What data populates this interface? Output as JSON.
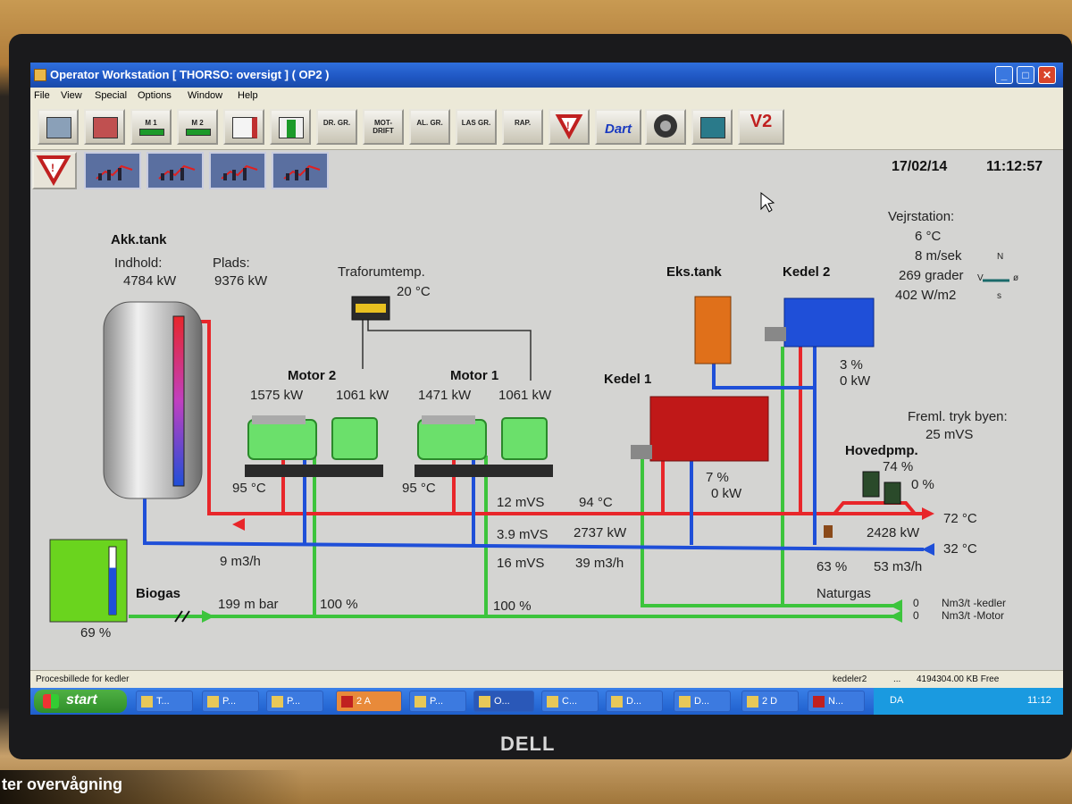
{
  "window": {
    "title": "Operator Workstation [ THORSO: oversigt ] ( OP2 )"
  },
  "menu": [
    "File",
    "View",
    "Special",
    "Options",
    "Window",
    "Help"
  ],
  "toolbar": {
    "buttons": [
      "",
      "",
      "M 1",
      "M 2",
      "",
      "",
      "DR. GR.",
      "MOT- DRIFT",
      "AL. GR.",
      "LAS GR.",
      "RAP.",
      "",
      "Dart",
      "",
      "",
      "V2"
    ]
  },
  "datetime": {
    "date": "17/02/14",
    "time": "11:12:57"
  },
  "akk": {
    "title": "Akk.tank",
    "indhold_label": "Indhold:",
    "plads_label": "Plads:",
    "indhold_value": "4784  kW",
    "plads_value": "9376  kW"
  },
  "trafo": {
    "label": "Traforumtemp.",
    "value": "20  °C"
  },
  "motor2": {
    "title": "Motor 2",
    "kw1": "1575  kW",
    "kw2": "1061  kW",
    "temp": "95  °C"
  },
  "motor1": {
    "title": "Motor 1",
    "kw1": "1471  kW",
    "kw2": "1061  kW",
    "temp": "95  °C"
  },
  "ekstank": {
    "title": "Eks.tank"
  },
  "kedel1": {
    "title": "Kedel 1",
    "pct": "7  %",
    "kw": "0   kW"
  },
  "kedel2": {
    "title": "Kedel 2",
    "pct": "3   %",
    "kw": "0   kW"
  },
  "weather": {
    "title": "Vejrstation:",
    "temp": "6  °C",
    "wind": "8  m/sek",
    "dir": "269  grader",
    "rad": "402  W/m2",
    "compass_n": "N",
    "compass_s": "s",
    "compass_v": "V",
    "compass_o": "ø"
  },
  "freml": {
    "label": "Freml. tryk byen:",
    "value": "25  mVS"
  },
  "hovedpmp": {
    "title": "Hovedpmp.",
    "p1": "74 %",
    "p2": "0  %"
  },
  "lines": {
    "forward_mvs": "12  mVS",
    "forward_temp": "94  °C",
    "return_mvs": "3.9   mVS",
    "heat_kw": "2737  kW",
    "diff_mvs": "16  mVS",
    "flow": "39   m3/h",
    "akk_flow": "9  m3/h",
    "out_temp": "72  °C",
    "out_kw": "2428  kW",
    "ret_temp": "32  °C",
    "ret_pct": "63 %",
    "ret_flow": "53   m3/h"
  },
  "biogas": {
    "title": "Biogas",
    "level": "69 %",
    "level_fraction": 0.69,
    "pressure": "199   m bar",
    "valve1": "100 %",
    "valve2": "100 %"
  },
  "gas": {
    "naturgas": "Naturgas",
    "kedler_value": "0",
    "motor_value": "0",
    "kedler_label": "Nm3/t -kedler",
    "motor_label": "Nm3/t -Motor"
  },
  "status": {
    "left": "Procesbillede for kedler",
    "mid": "kedeler2",
    "dots": "...",
    "free": "4194304.00 KB Free"
  },
  "taskbar": {
    "start": "start",
    "tasks": [
      "T...",
      "P...",
      "P...",
      "2 A",
      "P...",
      "O...",
      "C...",
      "D...",
      "D...",
      "2 D",
      "N..."
    ],
    "lang": "DA",
    "clock": "11:12"
  },
  "monitor": {
    "brand": "DELL"
  },
  "caption": "ter overvågning",
  "colors": {
    "hot": "#e8262a",
    "cold": "#1f4fd8",
    "gas": "#3cc43c",
    "boiler1": "#c01818",
    "boiler2": "#1f4fd8",
    "ekstank": "#e0701a"
  }
}
